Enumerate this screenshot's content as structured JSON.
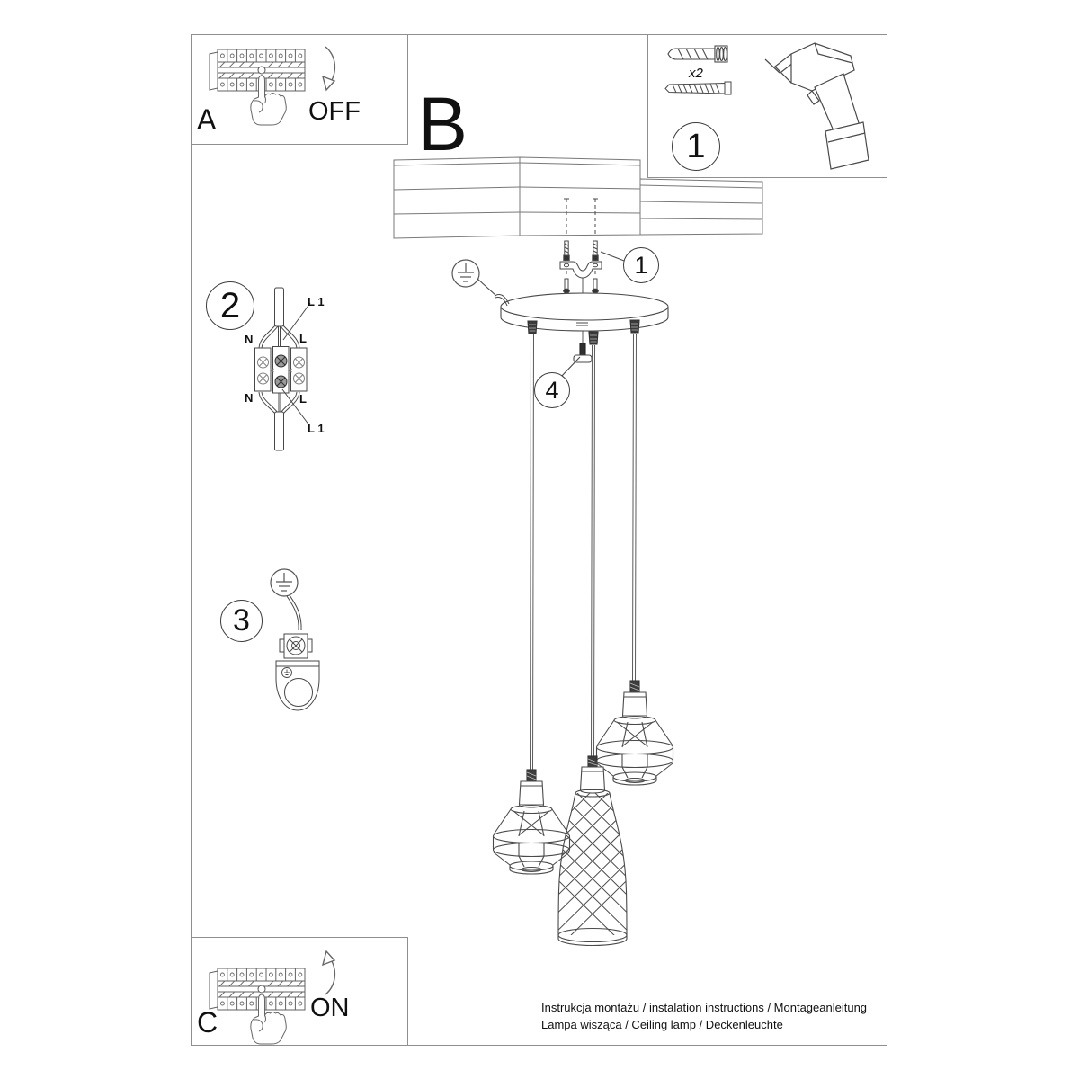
{
  "page": {
    "bg": "#ffffff",
    "border_color": "#8f8f8f",
    "art_color": "#474747",
    "text_color": "#101010"
  },
  "steps": {
    "a": {
      "label": "A",
      "state": "OFF"
    },
    "b": {
      "label": "B"
    },
    "c": {
      "label": "C",
      "state": "ON"
    }
  },
  "parts_box": {
    "badge": "1",
    "dowel_count": "x2"
  },
  "callouts": {
    "bracket_screws": "1",
    "wiring_diagram": "2",
    "earth_connection": "3",
    "strain_relief_screw": "4"
  },
  "wiring": {
    "live_top": "L 1",
    "live_bottom": "L 1",
    "neutral_top": "N",
    "line_top": "L",
    "neutral_bottom": "N",
    "line_bottom": "L"
  },
  "footer": {
    "line1": "Instrukcja montażu / instalation instructions / Montageanleitung",
    "line2": "Lampa wisząca / Ceiling lamp / Deckenleuchte"
  }
}
